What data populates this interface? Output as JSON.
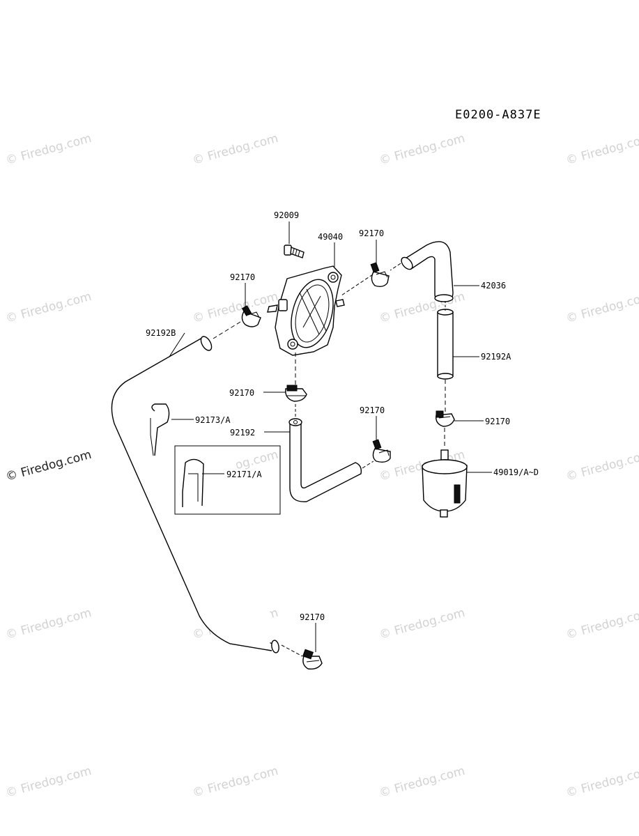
{
  "diagram_code": "E0200-A837E",
  "watermark": "© Firedog.com",
  "parts": [
    {
      "id": "p-92009",
      "label": "92009",
      "name": "bolt"
    },
    {
      "id": "p-49040",
      "label": "49040",
      "name": "fuel-pump"
    },
    {
      "id": "p-92170-top",
      "label": "92170",
      "name": "clamp-top"
    },
    {
      "id": "p-42036",
      "label": "42036",
      "name": "elbow-hose"
    },
    {
      "id": "p-92170-left",
      "label": "92170",
      "name": "clamp-left"
    },
    {
      "id": "p-92192B",
      "label": "92192B",
      "name": "hose-long"
    },
    {
      "id": "p-92192A",
      "label": "92192A",
      "name": "hose-straight"
    },
    {
      "id": "p-92170-mid",
      "label": "92170",
      "name": "clamp-mid"
    },
    {
      "id": "p-92173A",
      "label": "92173/A",
      "name": "hose-clip"
    },
    {
      "id": "p-92192",
      "label": "92192",
      "name": "hose-short"
    },
    {
      "id": "p-92170-hose",
      "label": "92170",
      "name": "clamp-hose-end"
    },
    {
      "id": "p-92170-right",
      "label": "92170",
      "name": "clamp-right"
    },
    {
      "id": "p-92171A",
      "label": "92171/A",
      "name": "hose-clip-boxed"
    },
    {
      "id": "p-49019",
      "label": "49019/A~D",
      "name": "fuel-filter"
    },
    {
      "id": "p-92170-bottom",
      "label": "92170",
      "name": "clamp-bottom"
    }
  ]
}
